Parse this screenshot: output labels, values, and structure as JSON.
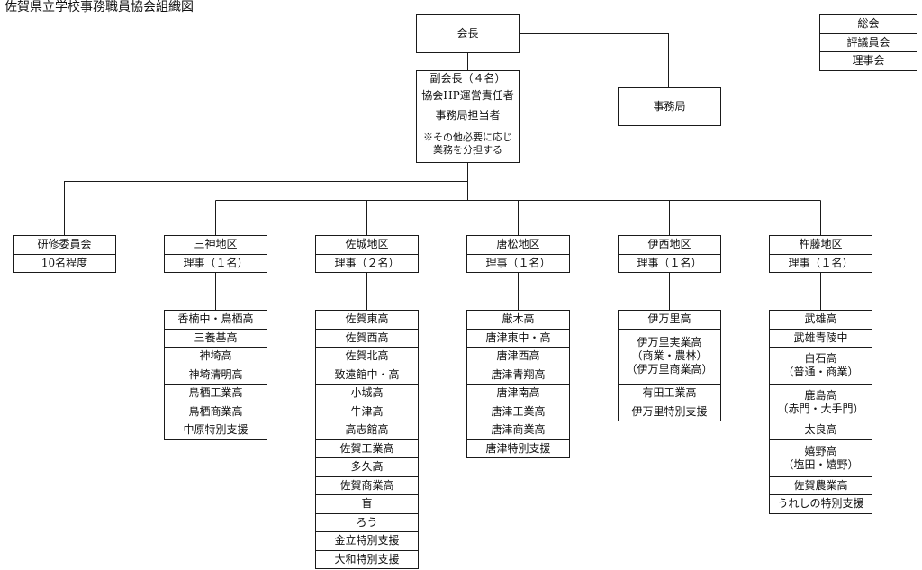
{
  "title": "佐賀県立学校事務職員協会組織図",
  "council": [
    "総会",
    "評議員会",
    "理事会"
  ],
  "president": "会長",
  "secretariat": "事務局",
  "vice_president": {
    "lines": [
      "副会長（４名）",
      "協会HP運営責任者",
      "事務局担当者"
    ],
    "note": [
      "※その他必要に応じ",
      "業務を分担する"
    ]
  },
  "committee": {
    "name": "研修委員会",
    "members": "10名程度"
  },
  "districts": [
    {
      "name": "三神地区",
      "directors": "理事（１名）",
      "schools": [
        "香楠中・鳥栖高",
        "三養基高",
        "神埼高",
        "神埼清明高",
        "鳥栖工業高",
        "鳥栖商業高",
        "中原特別支援"
      ]
    },
    {
      "name": "佐城地区",
      "directors": "理事（２名）",
      "schools": [
        "佐賀東高",
        "佐賀西高",
        "佐賀北高",
        "致遠館中・高",
        "小城高",
        "牛津高",
        "高志館高",
        "佐賀工業高",
        "多久高",
        "佐賀商業高",
        "盲",
        "ろう",
        "金立特別支援",
        "大和特別支援"
      ]
    },
    {
      "name": "唐松地区",
      "directors": "理事（１名）",
      "schools": [
        "厳木高",
        "唐津東中・高",
        "唐津西高",
        "唐津青翔高",
        "唐津南高",
        "唐津工業高",
        "唐津商業高",
        "唐津特別支援"
      ]
    },
    {
      "name": "伊西地区",
      "directors": "理事（１名）",
      "schools": [
        "伊万里高",
        "伊万里実業高\n（商業・農林）\n（伊万里商業高）",
        "有田工業高",
        "伊万里特別支援"
      ]
    },
    {
      "name": "杵藤地区",
      "directors": "理事（１名）",
      "schools": [
        "武雄高",
        "武雄青陵中",
        "白石高\n（普通・商業）",
        "鹿島高\n（赤門・大手門）",
        "太良高",
        "嬉野高\n（塩田・嬉野）",
        "佐賀農業高",
        "うれしの特別支援"
      ]
    }
  ]
}
